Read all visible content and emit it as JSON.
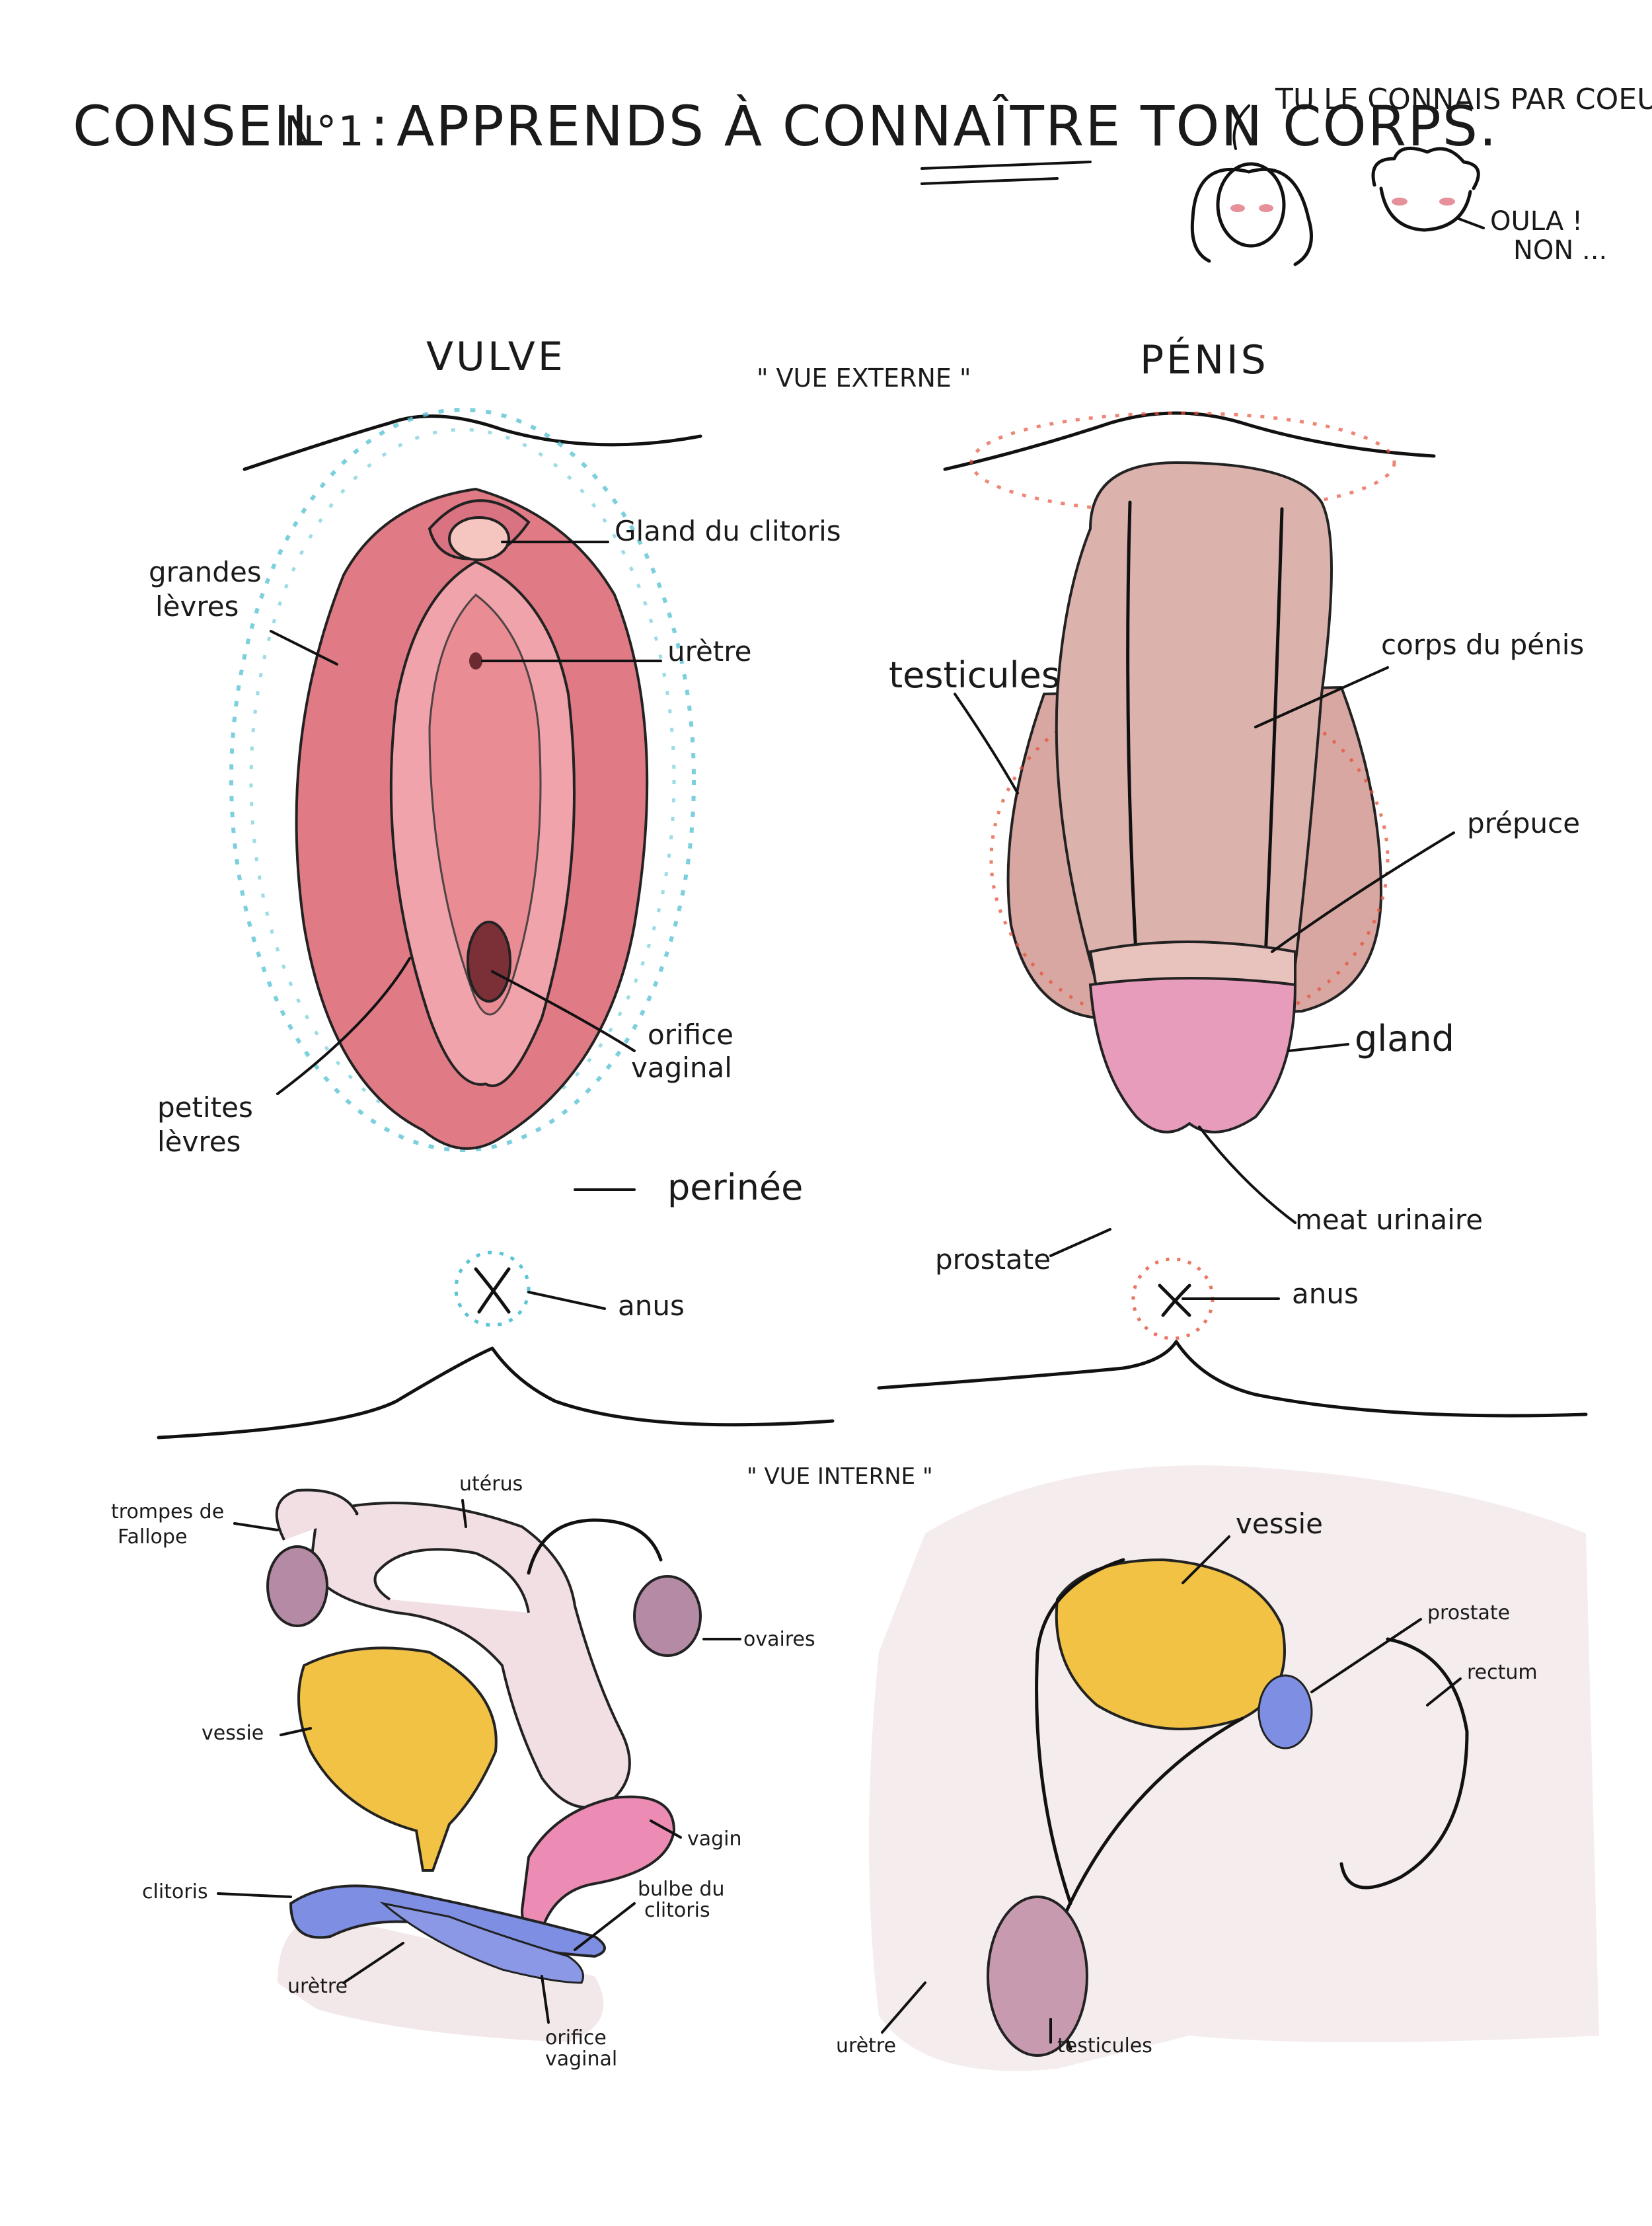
{
  "title": {
    "prefix": "CONSEIL",
    "number": "N°1",
    "sep": ":",
    "text": "APPRENDS À CONNAÎTRE TON CORPS."
  },
  "speech": {
    "question": "TU LE CONNAIS PAR COEUR ?",
    "answer_line1": "OULA !",
    "answer_line2": "NON ..."
  },
  "external_view_label": "\" VUE EXTERNE \"",
  "internal_view_label": "\" VUE INTERNE \"",
  "vulva": {
    "heading": "VULVE",
    "labels": {
      "gland_clitoris": "Gland du clitoris",
      "grandes_levres_1": "grandes",
      "grandes_levres_2": "lèvres",
      "uretre": "urètre",
      "orifice_1": "orifice",
      "orifice_2": "vaginal",
      "petites_levres_1": "petites",
      "petites_levres_2": "lèvres",
      "perinee": "perinée",
      "anus": "anus"
    }
  },
  "penis": {
    "heading": "PÉNIS",
    "labels": {
      "testicules": "testicules",
      "corps": "corps du pénis",
      "prepuce": "prépuce",
      "gland": "gland",
      "meat": "meat urinaire",
      "prostate": "prostate",
      "anus": "anus"
    }
  },
  "female_internal": {
    "labels": {
      "trompes_1": "trompes de",
      "trompes_2": "Fallope",
      "uterus": "utérus",
      "ovaires": "ovaires",
      "vessie": "vessie",
      "vagin": "vagin",
      "clitoris": "clitoris",
      "bulbe_1": "bulbe du",
      "bulbe_2": "clitoris",
      "uretre": "urètre",
      "orifice_1": "orifice",
      "orifice_2": "vaginal"
    }
  },
  "male_internal": {
    "labels": {
      "vessie": "vessie",
      "prostate": "prostate",
      "rectum": "rectum",
      "uretre": "urètre",
      "testicules": "testicules"
    }
  },
  "colors": {
    "vulva_outer": "#e07b86",
    "vulva_inner": "#ec9aa2",
    "vulva_hair": "#5bc4d6",
    "penis_shaft": "#dcb2ad",
    "penis_gland": "#e79cbc",
    "penis_hair": "#e5533a",
    "bladder": "#f1c244",
    "bulb_blue": "#7e8fe3",
    "uterus_pink": "#f2dfe3",
    "ovary_purple": "#b58aa4",
    "vagin_pink": "#ec8cb4",
    "male_body": "#f4eaec"
  }
}
